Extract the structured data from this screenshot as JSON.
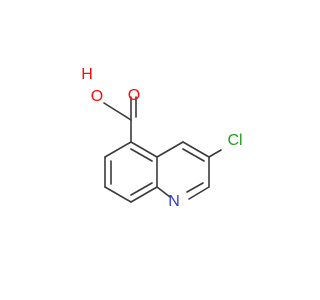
{
  "molecule": {
    "atoms": [
      {
        "id": "O_hydroxyl",
        "label": "O",
        "color": "#ff0d0d"
      },
      {
        "id": "H_hydroxyl",
        "label": "H",
        "color": "#ff0d0d"
      },
      {
        "id": "O_carbonyl",
        "label": "O",
        "color": "#ff0d0d"
      },
      {
        "id": "Cl",
        "label": "Cl",
        "color": "#1fa01f"
      },
      {
        "id": "N_ring",
        "label": "N",
        "color": "#2f3bd6"
      }
    ],
    "bond_color": "#3a3a3a"
  }
}
